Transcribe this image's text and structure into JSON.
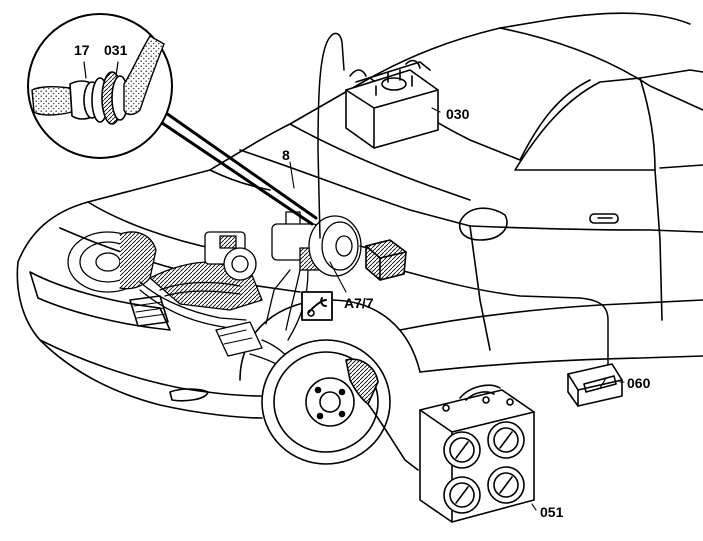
{
  "labels": {
    "part_17": "17",
    "part_031": "031",
    "part_030": "030",
    "part_8": "8",
    "part_a77": "A7/7",
    "part_060": "060",
    "part_051": "051"
  },
  "colors": {
    "line": "#000000",
    "fill": "#ffffff",
    "stipple": "#555555"
  },
  "icons": {
    "service_symbol": "wrench-in-box-icon"
  }
}
